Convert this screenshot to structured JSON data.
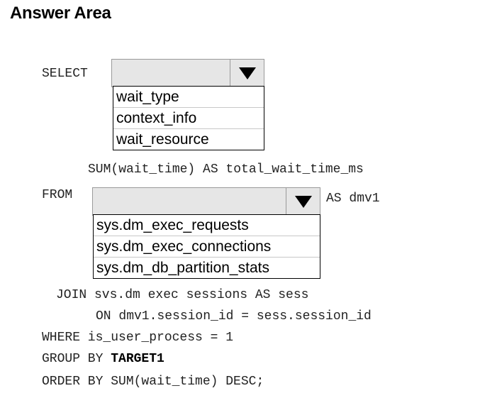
{
  "header": {
    "title": "Answer Area"
  },
  "query": {
    "select_kw": "SELECT",
    "sum_line": "SUM(wait_time) AS total_wait_time_ms",
    "from_kw": "FROM",
    "alias": "AS dmv1",
    "join_line": "JOIN svs.dm exec sessions AS sess",
    "on_line": "ON dmv1.session_id = sess.session_id",
    "where_line": "WHERE is_user_process = 1",
    "group_kw": "GROUP BY ",
    "group_target": "TARGET1",
    "order_line": "ORDER BY SUM(wait_time) DESC;"
  },
  "dropdown1": {
    "selected": "",
    "icon": "triangle-down-icon",
    "options": [
      "wait_type",
      "context_info",
      "wait_resource"
    ]
  },
  "dropdown2": {
    "selected": "",
    "icon": "triangle-down-icon",
    "options": [
      "sys.dm_exec_requests",
      "sys.dm_exec_connections",
      "sys.dm_db_partition_stats"
    ]
  }
}
